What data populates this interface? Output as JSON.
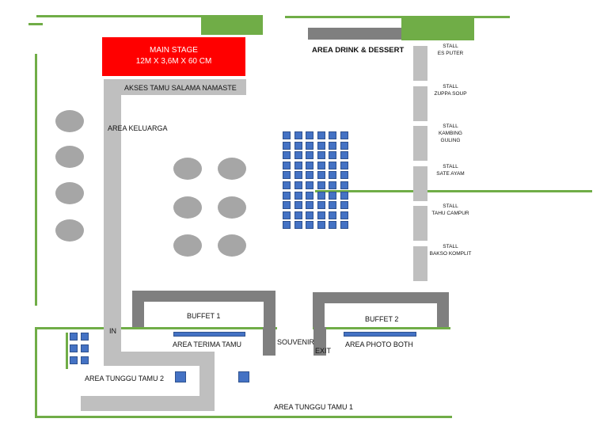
{
  "stage": {
    "title": "MAIN STAGE",
    "size": "12M X 3,6M X 60 CM"
  },
  "labels": {
    "akses": "AKSES TAMU SALAMA NAMASTE",
    "area_keluarga": "AREA KELUARGA",
    "area_drink": "AREA DRINK & DESSERT",
    "buffet1": "BUFFET 1",
    "buffet2": "BUFFET 2",
    "area_terima": "AREA TERIMA TAMU",
    "souvenir": "SOUVENIR",
    "exit": "EXIT",
    "area_photo": "AREA PHOTO BOTH",
    "in": "IN",
    "tunggu2": "AREA TUNGGU TAMU 2",
    "tunggu1": "AREA TUNGGU TAMU 1"
  },
  "stalls": [
    {
      "l1": "STALL",
      "l2": "ES PUTER",
      "l3": ""
    },
    {
      "l1": "STALL",
      "l2": "ZUPPA SOUP",
      "l3": ""
    },
    {
      "l1": "STALL",
      "l2": "KAMBING",
      "l3": "GULING"
    },
    {
      "l1": "STALL",
      "l2": "SATE AYAM",
      "l3": ""
    },
    {
      "l1": "STALL",
      "l2": "TAHU CAMPUR",
      "l3": ""
    },
    {
      "l1": "STALL",
      "l2": "BAKSO KOMPLIT",
      "l3": ""
    }
  ],
  "colors": {
    "wall": "#70ad47",
    "stage": "#ff0000",
    "path": "#bfbfbf",
    "buffet": "#7f7f7f",
    "chair": "#4472c4",
    "table": "#a6a6a6"
  },
  "seating": {
    "rows": 10,
    "cols": 6
  }
}
